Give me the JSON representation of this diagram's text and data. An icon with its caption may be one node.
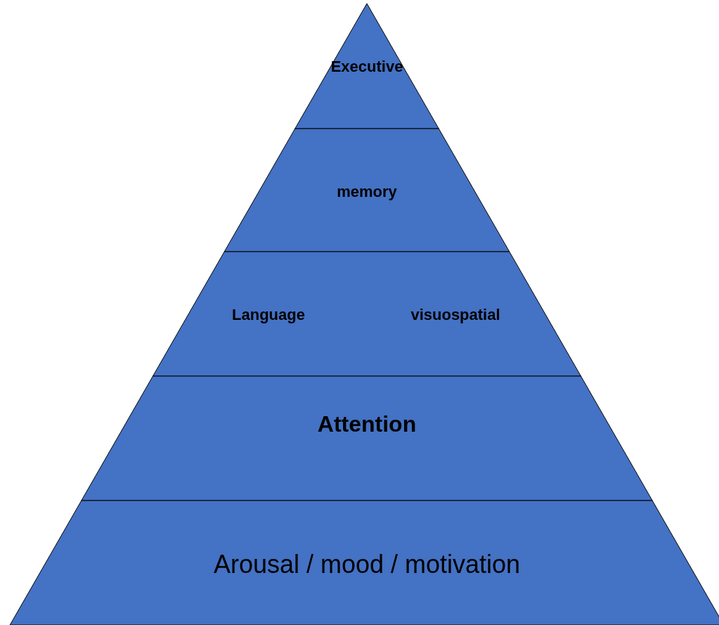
{
  "diagram": {
    "nodes": [
      {
        "text": [
          "Executive"
        ]
      },
      {
        "text": [
          "memory"
        ]
      },
      {
        "text": [
          "Language",
          "visuospatial"
        ]
      },
      {
        "text": [
          "Attention"
        ]
      },
      {
        "text": [
          "Arousal / mood / motivation"
        ]
      }
    ]
  }
}
